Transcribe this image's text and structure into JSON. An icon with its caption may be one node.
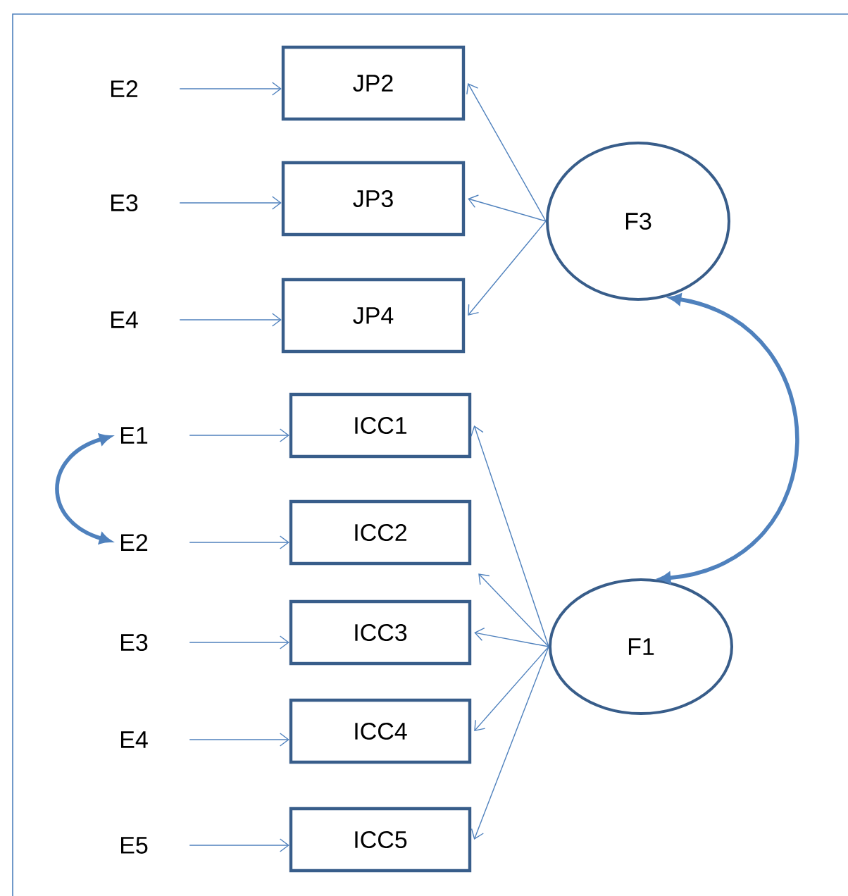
{
  "diagram": {
    "nodes": [
      {
        "text": [
          "E2"
        ]
      },
      {
        "text": [
          "JP2"
        ]
      },
      {
        "text": [
          "E3"
        ]
      },
      {
        "text": [
          "JP3"
        ]
      },
      {
        "text": [
          "F3"
        ]
      },
      {
        "text": [
          "E4"
        ]
      },
      {
        "text": [
          "JP4"
        ]
      },
      {
        "text": [
          "E1"
        ]
      },
      {
        "text": [
          "ICC1"
        ]
      },
      {
        "text": [
          "E2"
        ]
      },
      {
        "text": [
          "ICC2"
        ]
      },
      {
        "text": [
          "E3"
        ]
      },
      {
        "text": [
          "ICC3"
        ]
      },
      {
        "text": [
          "F1"
        ]
      },
      {
        "text": [
          "E4"
        ]
      },
      {
        "text": [
          "ICC4"
        ]
      },
      {
        "text": [
          "E5"
        ]
      },
      {
        "text": [
          "ICC5"
        ]
      }
    ],
    "edges": [
      {
        "from": 0,
        "to": 1,
        "arrow": "to"
      },
      {
        "from": 2,
        "to": 3,
        "arrow": "to"
      },
      {
        "from": 5,
        "to": 6,
        "arrow": "to"
      },
      {
        "from": 4,
        "to": 1,
        "arrow": "to"
      },
      {
        "from": 4,
        "to": 3,
        "arrow": "to"
      },
      {
        "from": 4,
        "to": 6,
        "arrow": "to"
      },
      {
        "from": 4,
        "to": 13,
        "arrow": "both",
        "style": "thick"
      },
      {
        "from": 7,
        "to": 9,
        "arrow": "both",
        "style": "thick"
      },
      {
        "from": 7,
        "to": 8,
        "arrow": "to"
      },
      {
        "from": 9,
        "to": 10,
        "arrow": "to"
      },
      {
        "from": 11,
        "to": 12,
        "arrow": "to"
      },
      {
        "from": 14,
        "to": 15,
        "arrow": "to"
      },
      {
        "from": 16,
        "to": 17,
        "arrow": "to"
      },
      {
        "from": 13,
        "to": 8,
        "arrow": "to"
      },
      {
        "from": 13,
        "to": 10,
        "arrow": "to"
      },
      {
        "from": 13,
        "to": 12,
        "arrow": "to"
      },
      {
        "from": 13,
        "to": 15,
        "arrow": "to"
      },
      {
        "from": 13,
        "to": 17,
        "arrow": "to"
      }
    ]
  }
}
